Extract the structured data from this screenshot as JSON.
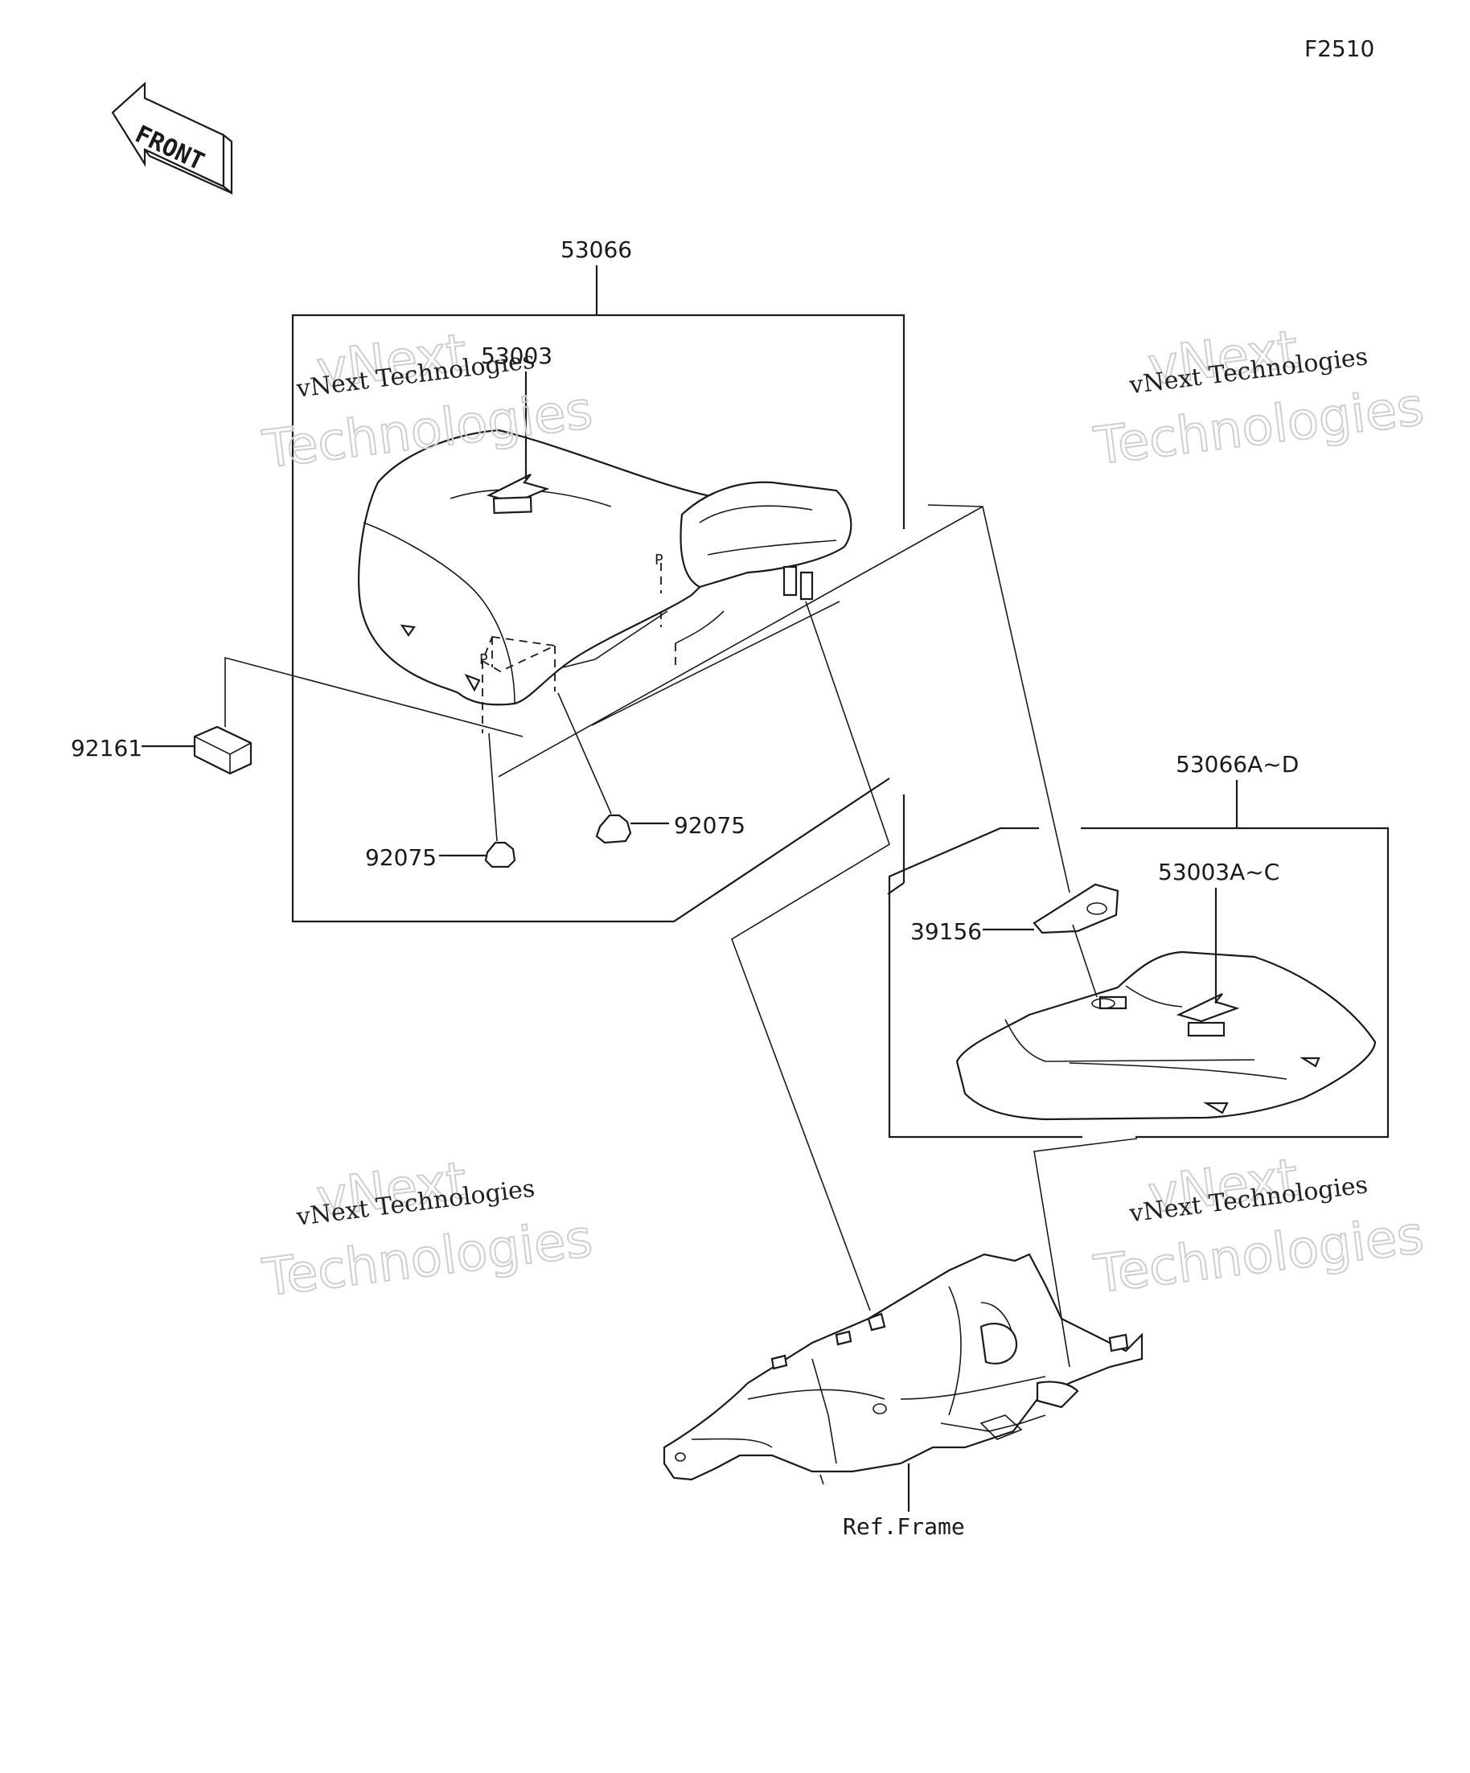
{
  "figure_code": "F2510",
  "direction_arrow": {
    "label": "FRONT",
    "icon": "front-arrow-icon"
  },
  "parts": {
    "seat_assembly": "53066",
    "seat_inner": "53003",
    "spacer": "92161",
    "damper_left": "92075",
    "damper_right": "92075",
    "alt_seat_assembly": "53066A~D",
    "alt_seat_inner": "53003A~C",
    "grommet": "39156",
    "frame_ref": "Ref.Frame"
  },
  "watermark": {
    "line1": "vNext",
    "line2": "vNext Technologies",
    "line3": "Technologies"
  }
}
